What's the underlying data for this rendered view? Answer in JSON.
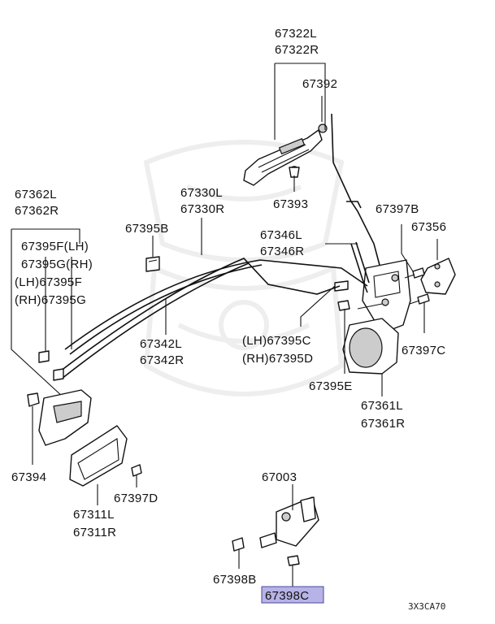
{
  "labels": {
    "p67322L": "67322L",
    "p67322R": "67322R",
    "p67392": "67392",
    "p67393": "67393",
    "p67362L": "67362L",
    "p67362R": "67362R",
    "p67330L": "67330L",
    "p67330R": "67330R",
    "p67397B": "67397B",
    "p67356": "67356",
    "p67395B": "67395B",
    "p67346L": "67346L",
    "p67346R": "67346R",
    "p67395F_LH": "67395F(LH)",
    "p67395G_RH": "67395G(RH)",
    "p67395F_2": "(LH)67395F",
    "p67395G_2": "(RH)67395G",
    "p67342L": "67342L",
    "p67342R": "67342R",
    "p67395C": "(LH)67395C",
    "p67395D": "(RH)67395D",
    "p67397C": "67397C",
    "p67395E": "67395E",
    "p67361L": "67361L",
    "p67361R": "67361R",
    "p67394": "67394",
    "p67397D": "67397D",
    "p67311L": "67311L",
    "p67311R": "67311R",
    "p67003": "67003",
    "p67398B": "67398B",
    "p67398C": "67398C"
  },
  "ref_code": "3X3CA70",
  "highlight_color": "#b8b3e6"
}
